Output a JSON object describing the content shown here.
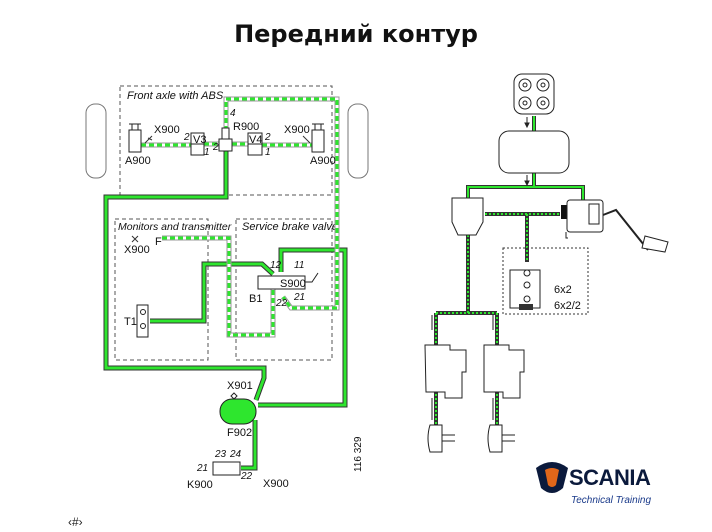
{
  "title": "Передний контур",
  "footer": "‹#›",
  "diagram": {
    "boxes": {
      "front_axle": "Front axle with ABS",
      "monitors": "Monitors and transmitter",
      "service_brake": "Service brake valve"
    },
    "labels": {
      "a900_left": "A900",
      "a900_right": "A900",
      "x900_left": "X900",
      "x900_right": "X900",
      "v3": "V3",
      "v4": "V4",
      "r900": "R900",
      "port_4": "4",
      "v3_port_2": "2",
      "v3_port_1": "1",
      "r900_port_2": "2",
      "v4_port_2": "2",
      "v4_port_1": "1",
      "x900_f": "X900",
      "f": "F",
      "t1": "T1",
      "s900": "S900",
      "b1": "B1",
      "s_port_12": "12",
      "s_port_11": "11",
      "s_port_21": "21",
      "s_port_22": "22",
      "x901": "X901",
      "f902": "F902",
      "k_port_23": "23",
      "k_port_24": "24",
      "k_port_21": "21",
      "k_port_22": "22",
      "k900": "K900",
      "x900_bottom": "X900",
      "figure_number": "116 329",
      "variant_1": "6x2",
      "variant_2": "6x2/2"
    },
    "colors": {
      "pipe_green": "#2ee62e",
      "brand_navy": "#0b1a3c",
      "brand_blue": "#1a3a8a"
    }
  },
  "logo": {
    "brand": "SCANIA",
    "subtitle": "Technical Training"
  }
}
